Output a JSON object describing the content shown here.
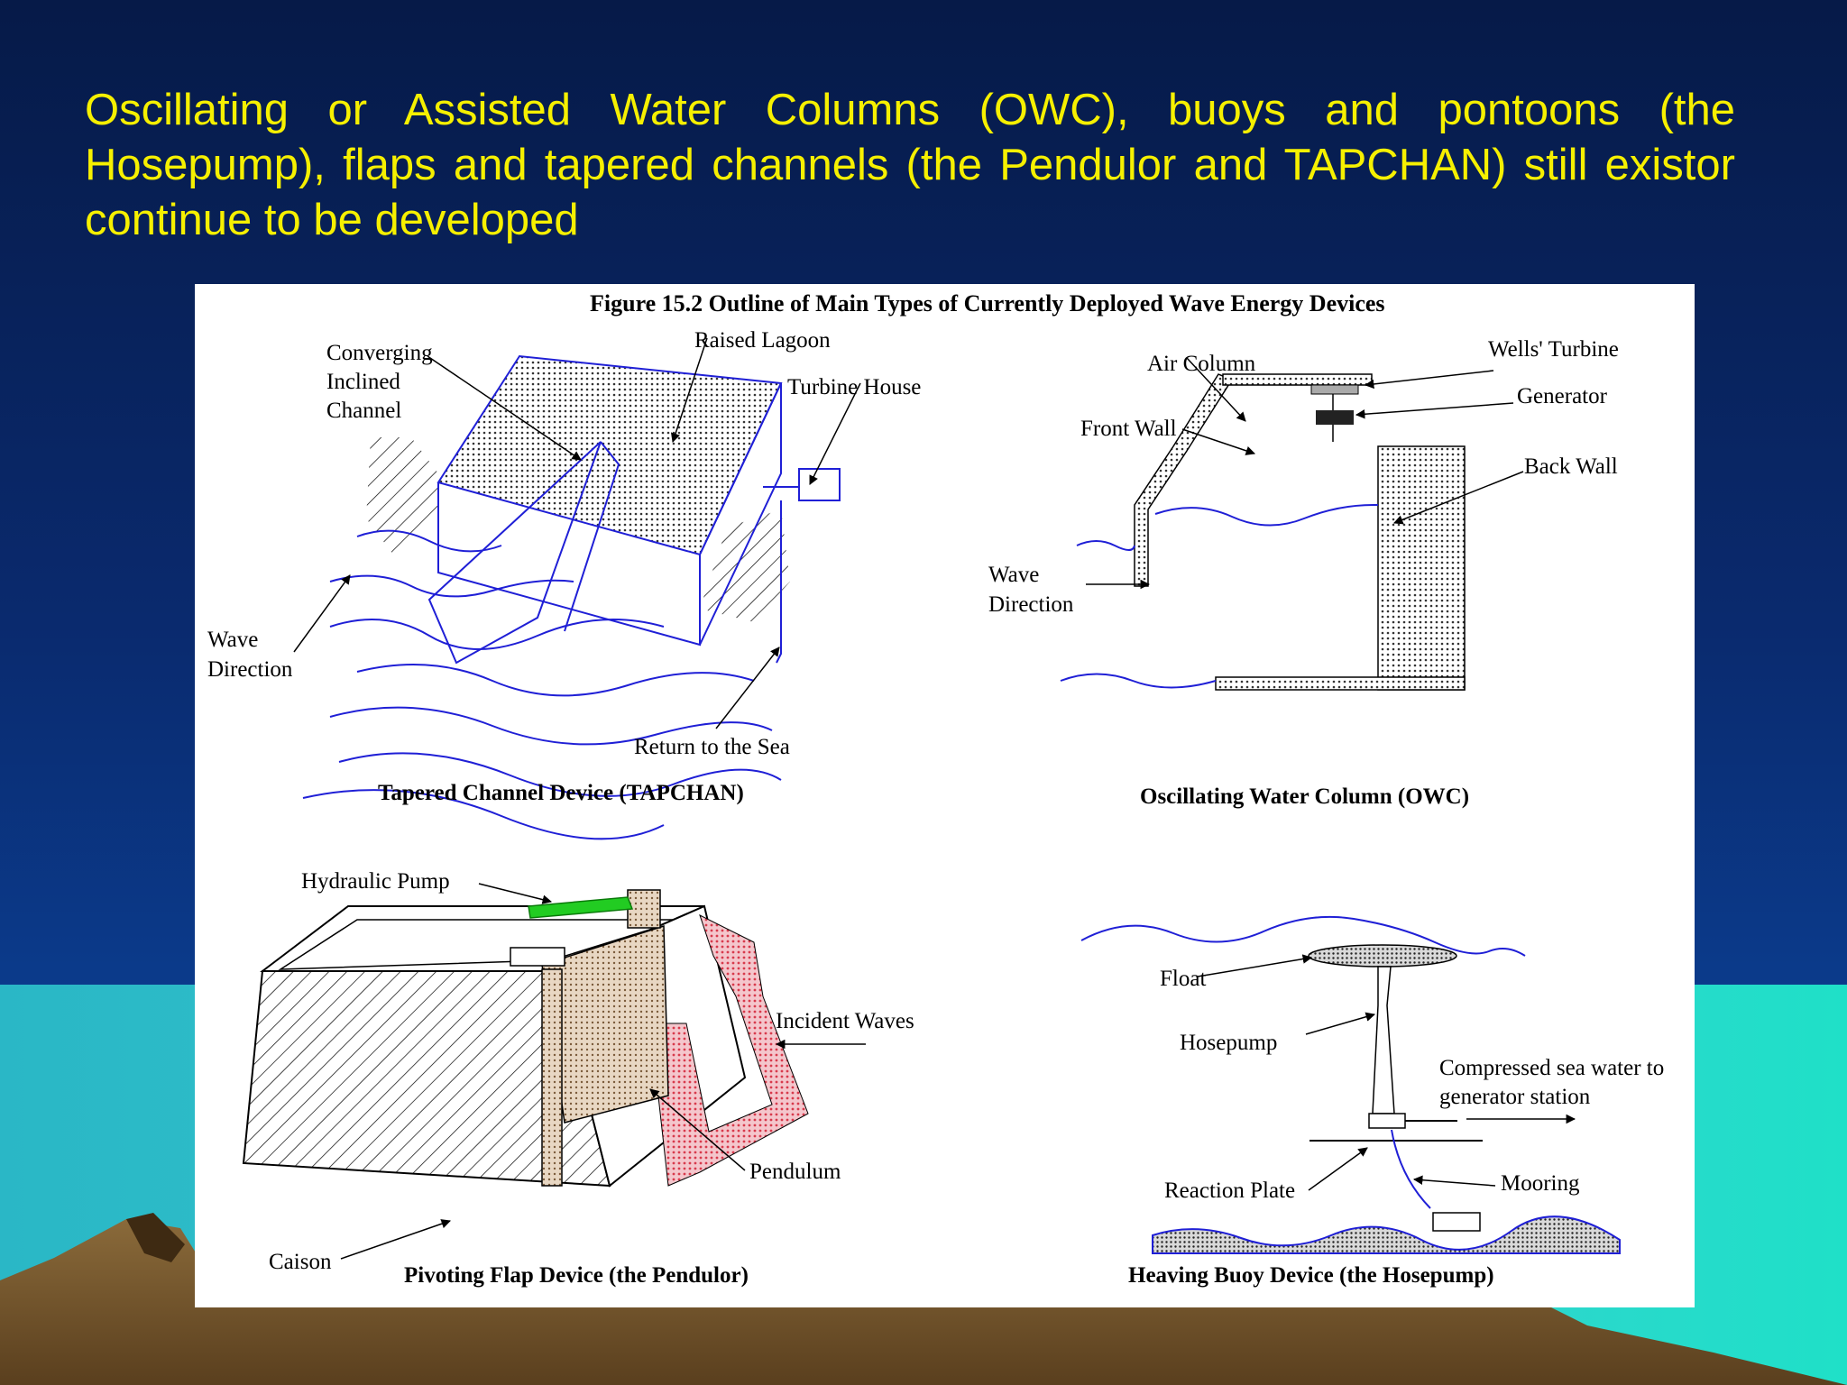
{
  "slide": {
    "text": "Oscillating or Assisted Water Columns (OWC), buoys and pontoons (the Hosepump), flaps and tapered channels (the Pendulor and TAPCHAN) still existor continue to be developed"
  },
  "figure": {
    "title": "Figure 15.2   Outline of Main Types of Currently Deployed Wave Energy Devices",
    "tapchan": {
      "caption": "Tapered Channel Device (TAPCHAN)",
      "converging_1": "Converging",
      "converging_2": "Inclined",
      "converging_3": "Channel",
      "raised_lagoon": "Raised Lagoon",
      "turbine_house": "Turbine House",
      "wave_1": "Wave",
      "wave_2": "Direction",
      "return": "Return to the Sea"
    },
    "owc": {
      "caption": "Oscillating Water Column (OWC)",
      "air_column": "Air Column",
      "wells_turbine": "Wells' Turbine",
      "generator": "Generator",
      "front_wall": "Front Wall",
      "back_wall": "Back Wall",
      "wave_1": "Wave",
      "wave_2": "Direction"
    },
    "pendulor": {
      "caption": "Pivoting Flap Device (the Pendulor)",
      "hydraulic_pump": "Hydraulic Pump",
      "incident_waves": "Incident Waves",
      "pendulum": "Pendulum",
      "caison": "Caison"
    },
    "hosepump": {
      "caption": "Heaving Buoy Device (the Hosepump)",
      "float": "Float",
      "hosepump": "Hosepump",
      "compressed_1": "Compressed sea water to",
      "compressed_2": "generator station",
      "reaction_plate": "Reaction Plate",
      "mooring": "Mooring"
    }
  },
  "colors": {
    "slide_text": "#f6f000",
    "sea": "#2ac7c8",
    "line_blue": "#1f1fd6",
    "pump_green": "#22cc22",
    "flap_pink": "#e05a6a"
  }
}
